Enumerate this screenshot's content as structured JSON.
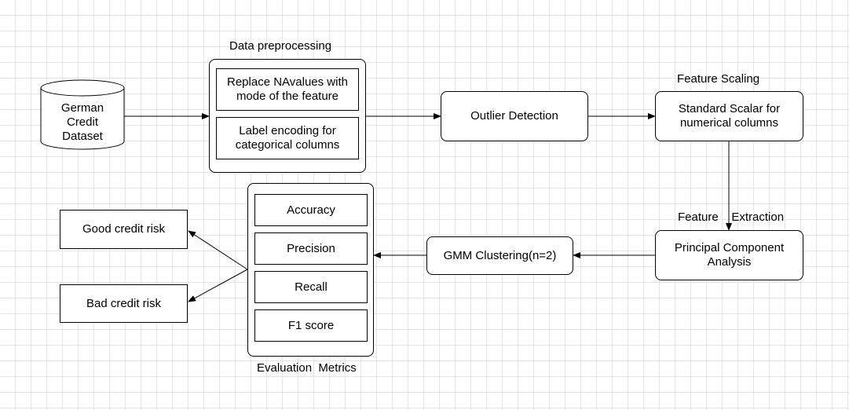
{
  "nodes": {
    "dataset": "German\nCredit\nDataset",
    "replace_na": "Replace NAvalues with\nmode of the feature",
    "label_encoding": "Label encoding for\ncategorical columns",
    "outlier": "Outlier Detection",
    "scaling": "Standard Scalar for\nnumerical columns",
    "pca": "Principal Component\nAnalysis",
    "gmm": "GMM Clustering(n=2)",
    "accuracy": "Accuracy",
    "precision": "Precision",
    "recall": "Recall",
    "f1": "F1 score",
    "good": "Good credit risk",
    "bad": "Bad credit risk"
  },
  "labels": {
    "data_preprocessing": "Data preprocessing",
    "feature_scaling": "Feature Scaling",
    "feature_extraction": "Feature    Extraction",
    "evaluation_metrics": "Evaluation  Metrics"
  },
  "colors": {
    "line": "#000000",
    "grid": "#e4e4e4",
    "fill": "#ffffff"
  }
}
